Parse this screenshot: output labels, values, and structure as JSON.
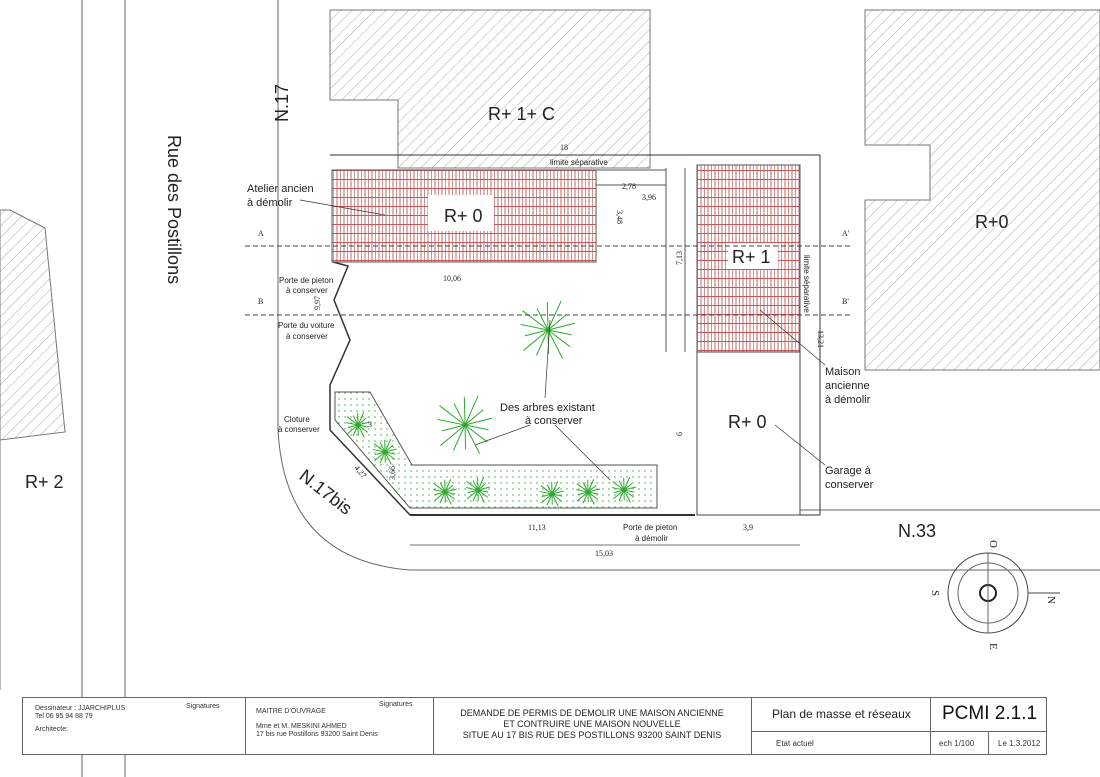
{
  "streets": {
    "main": "Rue des Postillons",
    "n17": "N.17",
    "n17bis": "N.17bis",
    "n33": "N.33"
  },
  "buildings": {
    "top": "R+ 1+ C",
    "right": "R+0",
    "left": "R+ 2",
    "atelier": "R+ 0",
    "maison": "R+ 1",
    "garage": "R+ 0"
  },
  "labels": {
    "atelier_1": "Atelier ancien",
    "atelier_2": "à démolir",
    "maison_1": "Maison",
    "maison_2": "ancienne",
    "maison_3": "à démolir",
    "garage_1": "Garage à",
    "garage_2": "conserver",
    "arbres_1": "Des arbres existant",
    "arbres_2": "à conserver",
    "pieton_1": "Porte de pieton",
    "pieton_2": "à conserver",
    "voiture_1": "Porte du voiture",
    "voiture_2": "à conserver",
    "cloture_1": "Cloture",
    "cloture_2": "à conserver",
    "pieton_demolir_1": "Porte de pieton",
    "pieton_demolir_2": "à démolir",
    "limite_top": "limite séparative",
    "limite_right": "limite séparative"
  },
  "dimensions": {
    "d18": "18",
    "d278": "2,78",
    "d396": "3,96",
    "d348": "3,48",
    "d1006": "10,06",
    "d713": "7,13",
    "d997": "9,97",
    "d1321": "13,21",
    "d6": "6",
    "d3": "3",
    "d366": "3,66",
    "d427": "4,27",
    "d1113": "11,13",
    "d39": "3,9",
    "d1503": "15,03"
  },
  "sections": {
    "a": "A",
    "a2": "A'",
    "b": "B",
    "b2": "B'"
  },
  "compass": {
    "n": "N",
    "s": "S",
    "o": "O",
    "e": "E"
  },
  "colors": {
    "roof": "#b03030",
    "trees": "#2eaa2e",
    "hatch": "#999999"
  },
  "title_block": {
    "dessinateur": "Dessinateur : JJARCHIPLUS",
    "tel": "Tel 06 95 94 88 79",
    "architecte": "Architecte:",
    "signatures_1": "Signatures",
    "maitre": "MAITRE D'OUVRAGE",
    "owner": "Mme et M. MESKINI AHMED",
    "owner_address": "17 bis rue Postillons 93200 Saint Denis",
    "signatures_2": "Signatures",
    "demande_1": "DEMANDE DE PERMIS DE DEMOLIR UNE MAISON ANCIENNE",
    "demande_2": "ET CONTRUIRE UNE MAISON NOUVELLE",
    "demande_3": "SITUE AU 17 BIS RUE DES POSTILLONS 93200 SAINT DENIS",
    "plan": "Plan de masse et réseaux",
    "etat": "Etat actuel",
    "code": "PCMI 2.1.1",
    "scale": "ech 1/100",
    "date": "Le 1.3.2012"
  }
}
